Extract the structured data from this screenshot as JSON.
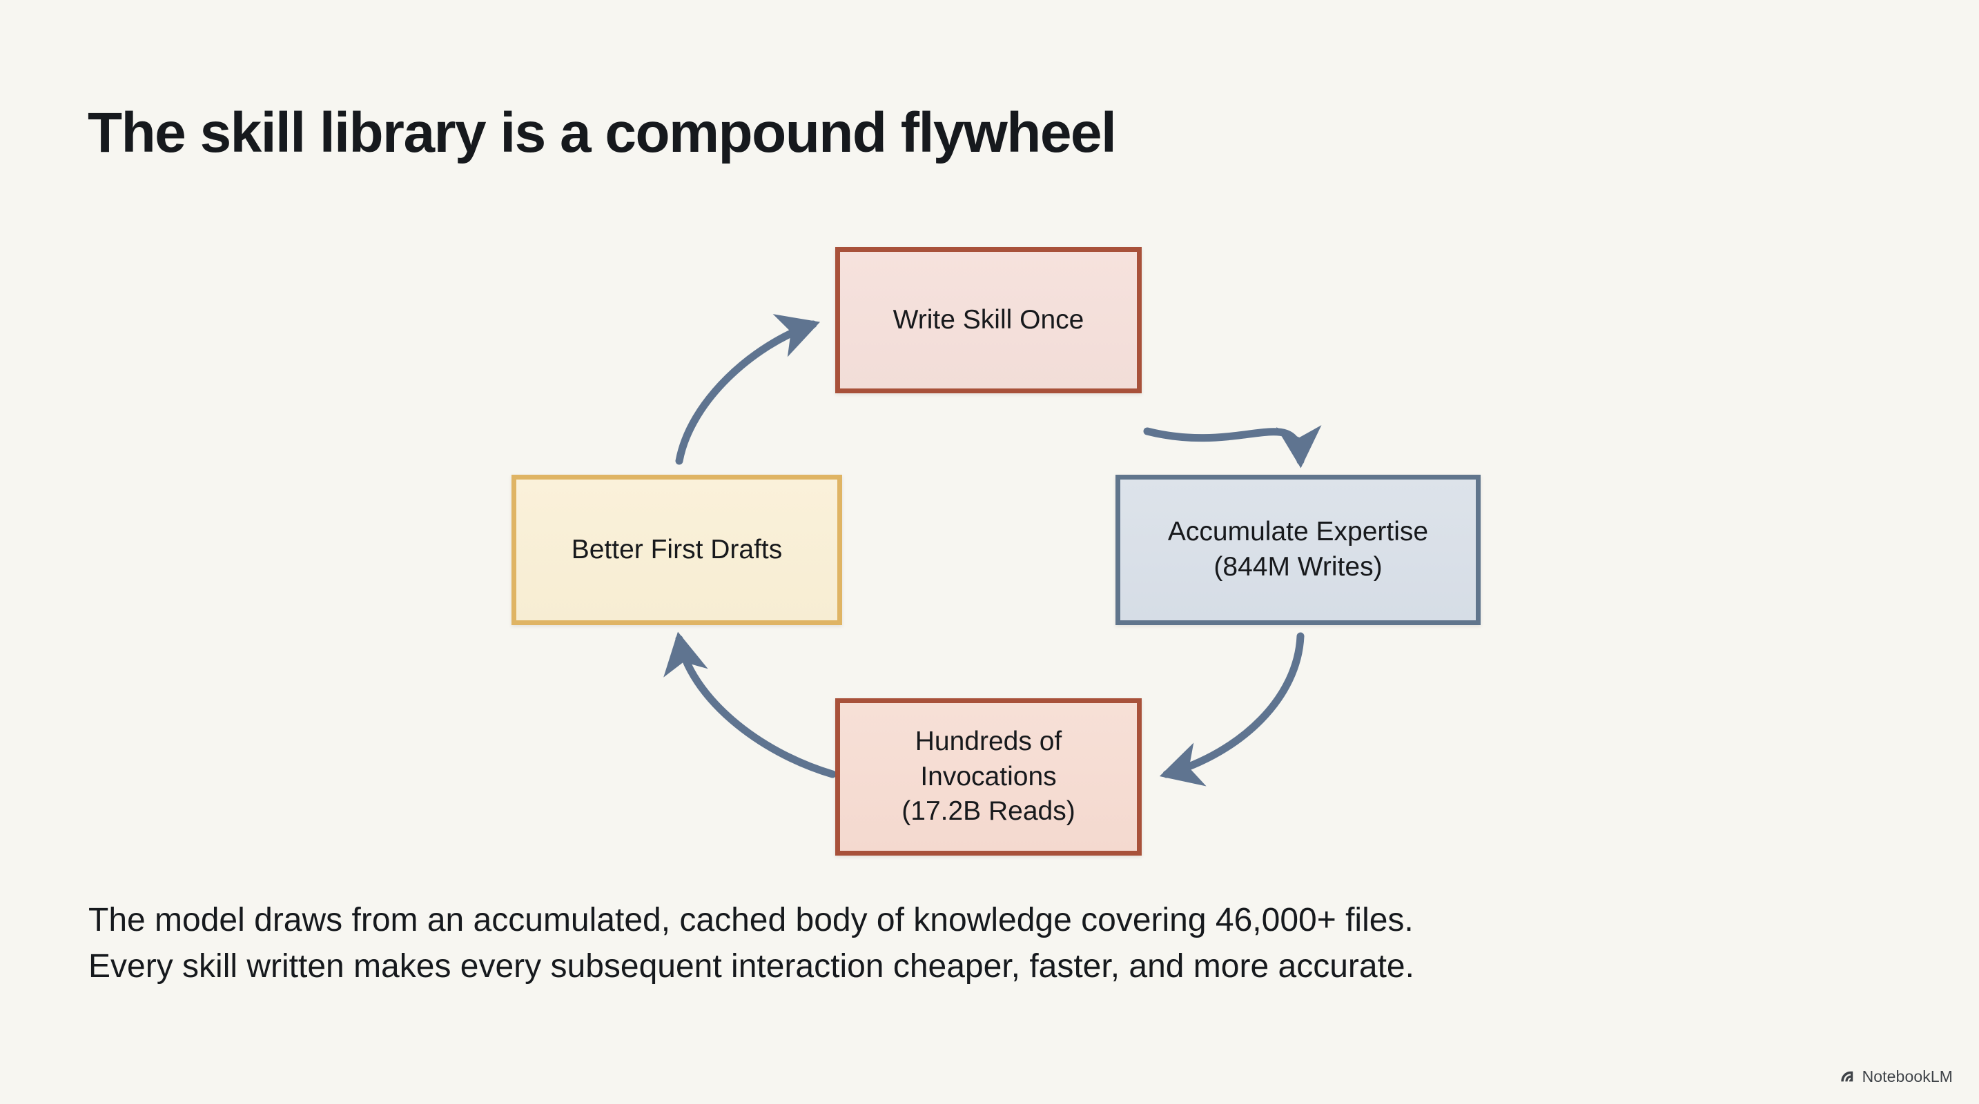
{
  "slide": {
    "title": "The skill library is a compound flywheel",
    "background_color": "#f7f6f1",
    "title_color": "#16191d"
  },
  "diagram": {
    "type": "cycle",
    "direction": "clockwise",
    "arrow_color": "#5f7490",
    "nodes": [
      {
        "id": "write-skill-once",
        "label": "Write Skill Once",
        "lines": [
          "Write Skill Once"
        ],
        "position": "top",
        "border_color": "#a8513a",
        "fill_color": "#f3ded9"
      },
      {
        "id": "accumulate-expertise",
        "label": "Accumulate Expertise (844M Writes)",
        "lines": [
          "Accumulate Expertise",
          "(844M Writes)"
        ],
        "position": "right",
        "border_color": "#60758c",
        "fill_color": "#d9e0e8"
      },
      {
        "id": "hundreds-of-invocations",
        "label": "Hundreds of Invocations (17.2B Reads)",
        "lines": [
          "Hundreds of",
          "Invocations",
          "(17.2B Reads)"
        ],
        "position": "bottom",
        "border_color": "#a8513a",
        "fill_color": "#f5dcd3"
      },
      {
        "id": "better-first-drafts",
        "label": "Better First Drafts",
        "lines": [
          "Better First Drafts"
        ],
        "position": "left",
        "border_color": "#dfb464",
        "fill_color": "#f8efd6"
      }
    ],
    "edges": [
      {
        "from": "write-skill-once",
        "to": "accumulate-expertise"
      },
      {
        "from": "accumulate-expertise",
        "to": "hundreds-of-invocations"
      },
      {
        "from": "hundreds-of-invocations",
        "to": "better-first-drafts"
      },
      {
        "from": "better-first-drafts",
        "to": "write-skill-once"
      }
    ]
  },
  "caption": {
    "line1": "The model draws from an accumulated, cached body of knowledge covering 46,000+ files.",
    "line2": "Every skill written makes every subsequent interaction cheaper, faster, and more accurate."
  },
  "watermark": {
    "label": "NotebookLM",
    "icon": "notebooklm-spiral-icon"
  }
}
